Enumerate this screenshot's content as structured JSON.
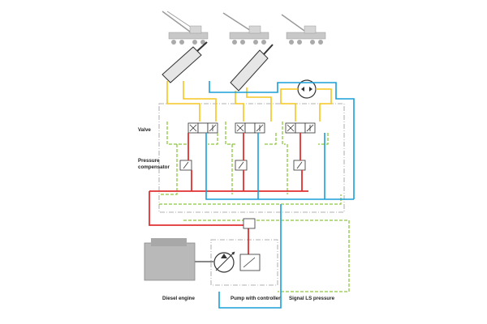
{
  "labels": {
    "valve": "Valve",
    "pressure_compensator_line1": "Pressure",
    "pressure_compensator_line2": "compensator",
    "diesel_engine": "Diesel engine",
    "pump_with_controller": "Pump with controller",
    "signal_ls_pressure": "Signal LS pressure"
  },
  "colors": {
    "supply_red": "#e03030",
    "return_blue": "#1a9fd8",
    "work_yellow": "#f5c521",
    "signal_green": "#8cc63f",
    "frame_gray": "#999999",
    "machine_gray": "#b9b9b9"
  },
  "icons": [
    "crane-icon",
    "crane-icon",
    "crane-icon",
    "hydraulic-cylinder-icon",
    "hydraulic-cylinder-icon",
    "hydraulic-motor-icon",
    "diesel-engine-icon",
    "variable-pump-icon"
  ]
}
